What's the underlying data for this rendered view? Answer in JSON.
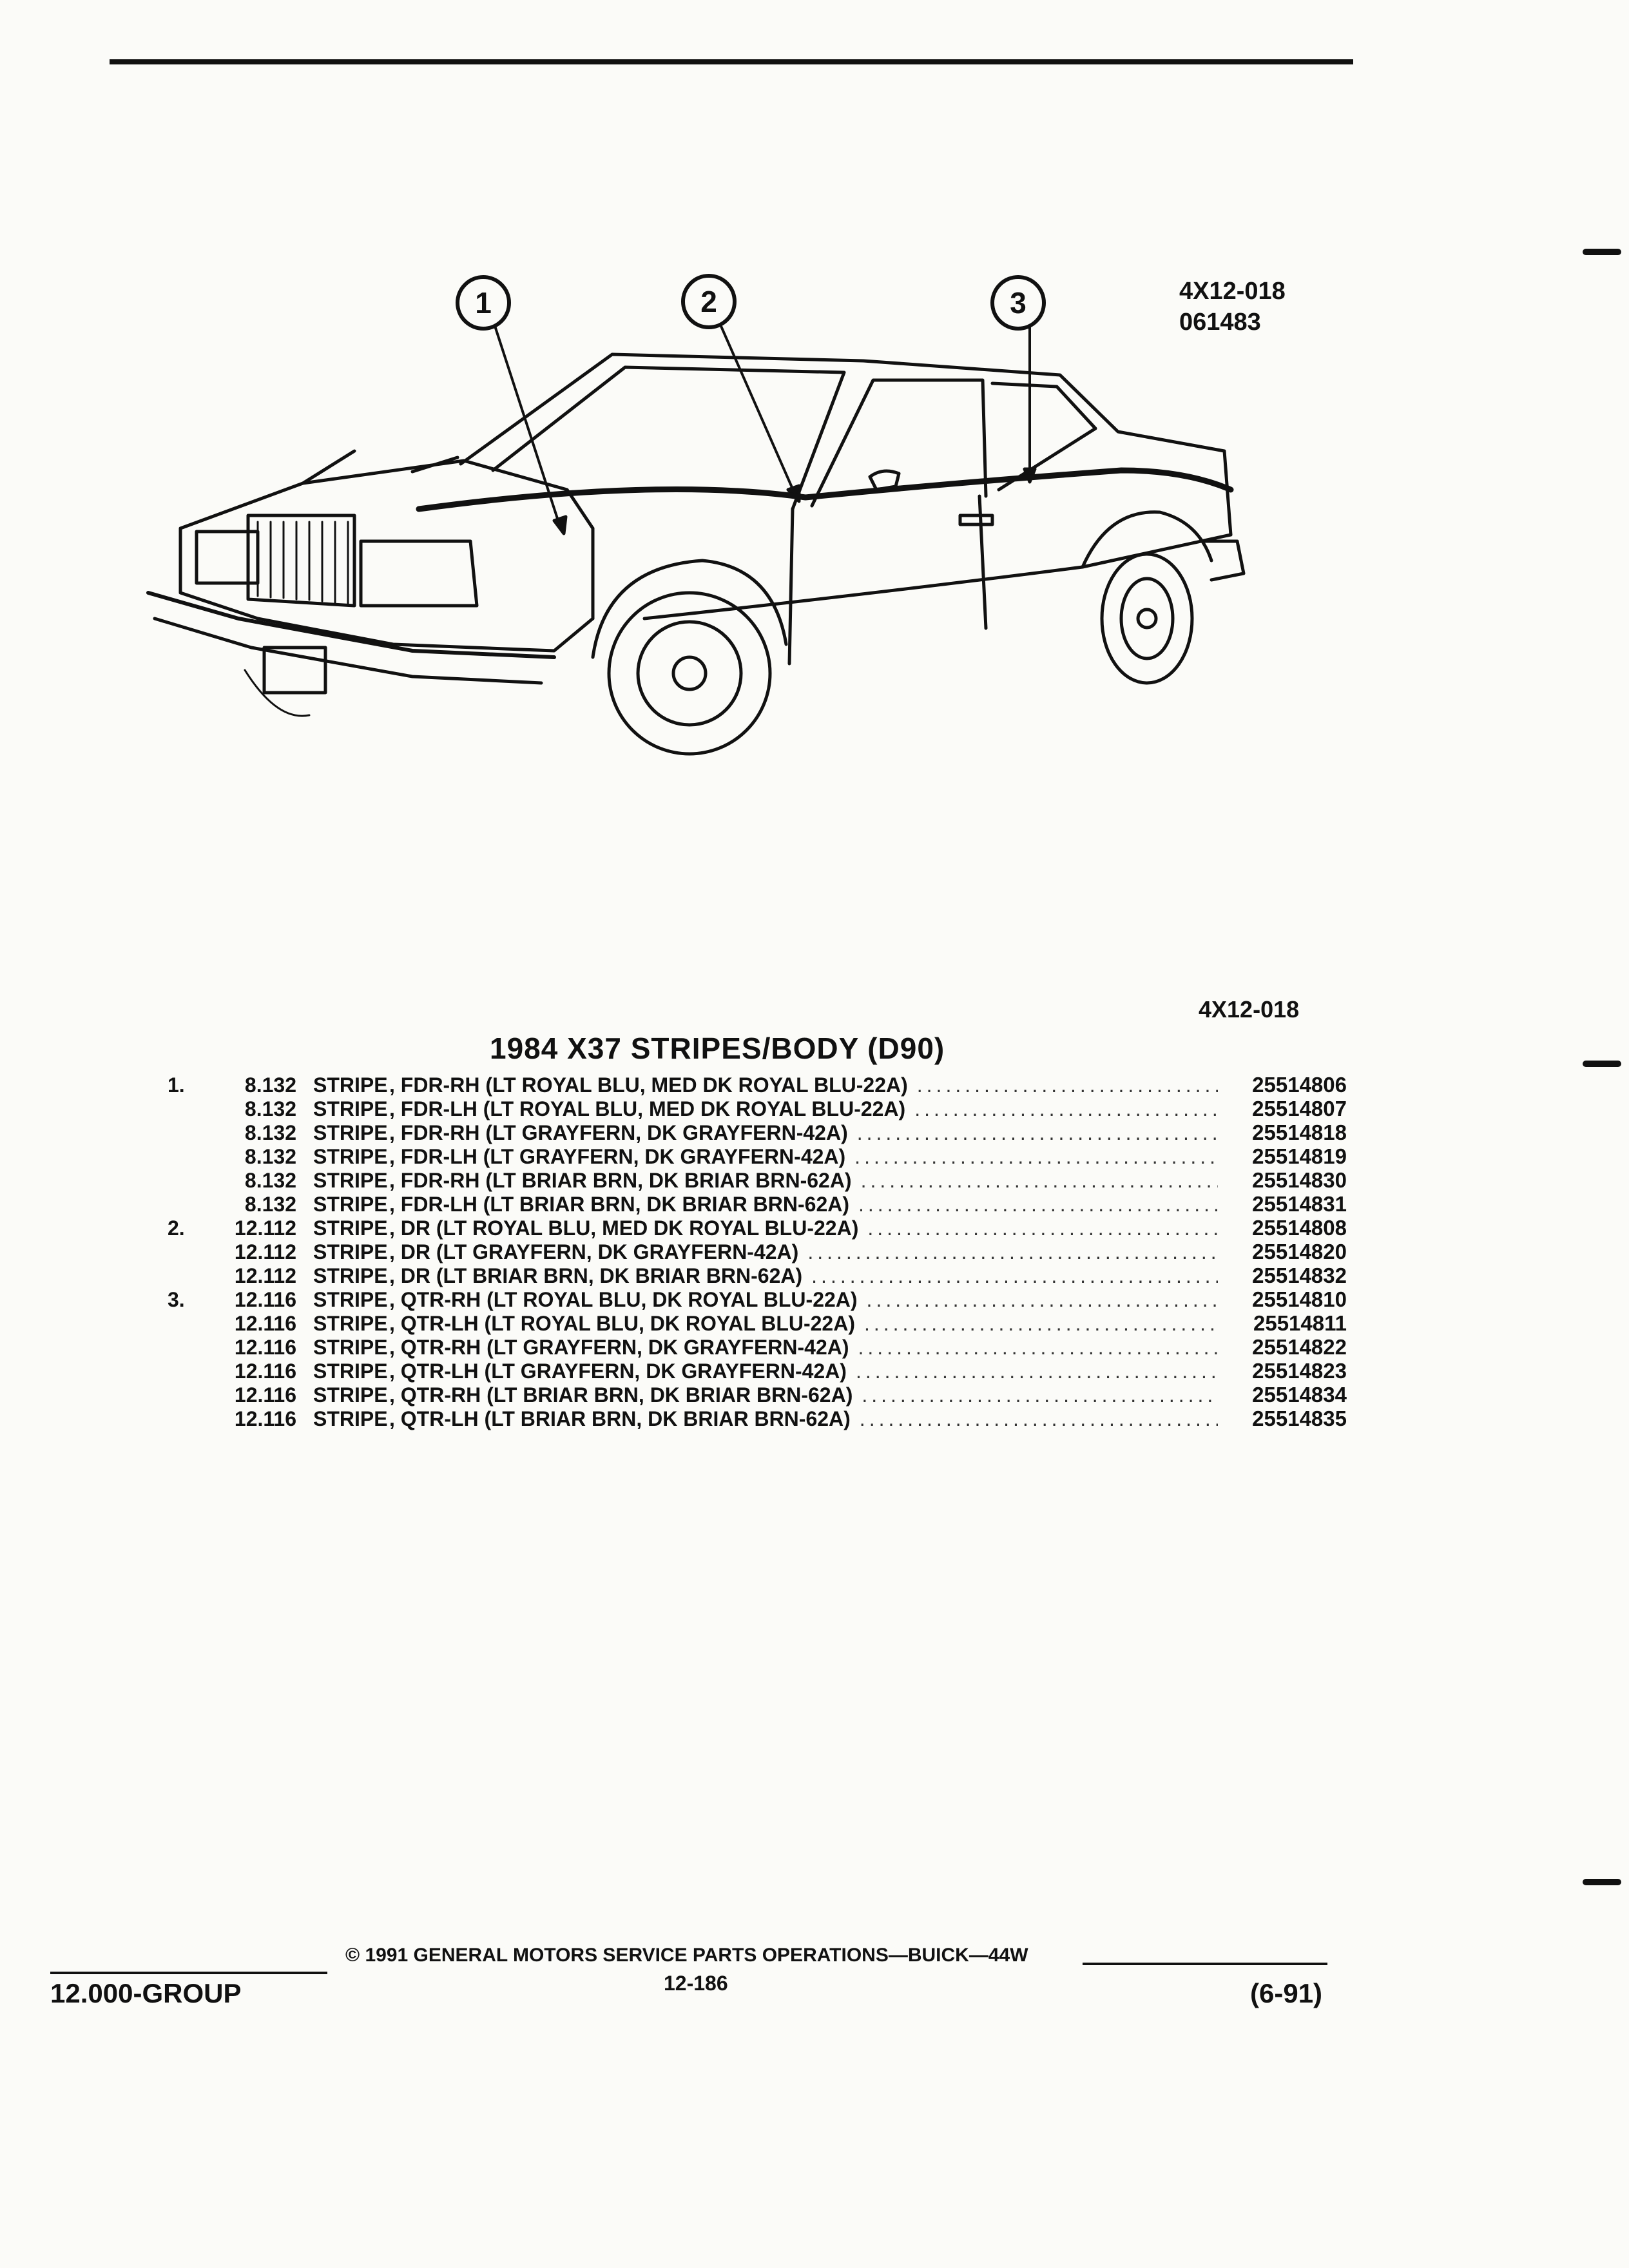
{
  "figure": {
    "code": "4X12-018",
    "date_code": "061483",
    "callouts": [
      "1",
      "2",
      "3"
    ]
  },
  "section": {
    "code": "4X12-018",
    "title": "1984 X37 STRIPES/BODY (D90)"
  },
  "parts": [
    {
      "item": "1.",
      "ref": "8.132",
      "name": "STRIPE",
      "desc": ", FDR-RH (LT ROYAL BLU, MED DK ROYAL BLU-22A)",
      "part": "25514806"
    },
    {
      "item": "",
      "ref": "8.132",
      "name": "STRIPE",
      "desc": ", FDR-LH (LT ROYAL BLU, MED DK ROYAL BLU-22A)",
      "part": "25514807"
    },
    {
      "item": "",
      "ref": "8.132",
      "name": "STRIPE",
      "desc": ", FDR-RH (LT GRAYFERN, DK GRAYFERN-42A)",
      "part": "25514818"
    },
    {
      "item": "",
      "ref": "8.132",
      "name": "STRIPE",
      "desc": ", FDR-LH (LT GRAYFERN, DK GRAYFERN-42A)",
      "part": "25514819"
    },
    {
      "item": "",
      "ref": "8.132",
      "name": "STRIPE",
      "desc": ", FDR-RH (LT BRIAR BRN, DK BRIAR BRN-62A)",
      "part": "25514830"
    },
    {
      "item": "",
      "ref": "8.132",
      "name": "STRIPE",
      "desc": ", FDR-LH (LT BRIAR BRN, DK BRIAR BRN-62A)",
      "part": "25514831"
    },
    {
      "item": "2.",
      "ref": "12.112",
      "name": "STRIPE",
      "desc": ", DR (LT ROYAL BLU, MED DK ROYAL BLU-22A)",
      "part": "25514808"
    },
    {
      "item": "",
      "ref": "12.112",
      "name": "STRIPE",
      "desc": ", DR (LT GRAYFERN, DK GRAYFERN-42A)",
      "part": "25514820"
    },
    {
      "item": "",
      "ref": "12.112",
      "name": "STRIPE",
      "desc": ", DR (LT BRIAR BRN, DK BRIAR BRN-62A)",
      "part": "25514832"
    },
    {
      "item": "3.",
      "ref": "12.116",
      "name": "STRIPE",
      "desc": ", QTR-RH (LT ROYAL BLU, DK ROYAL BLU-22A)",
      "part": "25514810"
    },
    {
      "item": "",
      "ref": "12.116",
      "name": "STRIPE",
      "desc": ", QTR-LH (LT ROYAL BLU, DK ROYAL BLU-22A)",
      "part": "25514811"
    },
    {
      "item": "",
      "ref": "12.116",
      "name": "STRIPE",
      "desc": ", QTR-RH (LT GRAYFERN, DK GRAYFERN-42A)",
      "part": "25514822"
    },
    {
      "item": "",
      "ref": "12.116",
      "name": "STRIPE",
      "desc": ", QTR-LH (LT GRAYFERN, DK GRAYFERN-42A)",
      "part": "25514823"
    },
    {
      "item": "",
      "ref": "12.116",
      "name": "STRIPE",
      "desc": ", QTR-RH (LT BRIAR BRN, DK BRIAR BRN-62A)",
      "part": "25514834"
    },
    {
      "item": "",
      "ref": "12.116",
      "name": "STRIPE",
      "desc": ", QTR-LH (LT BRIAR BRN, DK BRIAR BRN-62A)",
      "part": "25514835"
    }
  ],
  "footer": {
    "group": "12.000-GROUP",
    "copyright": "© 1991 GENERAL MOTORS SERVICE PARTS OPERATIONS—BUICK—44W",
    "page": "12-186",
    "revision": "(6-91)"
  },
  "colors": {
    "ink": "#111111",
    "paper": "#fbfbf8"
  }
}
